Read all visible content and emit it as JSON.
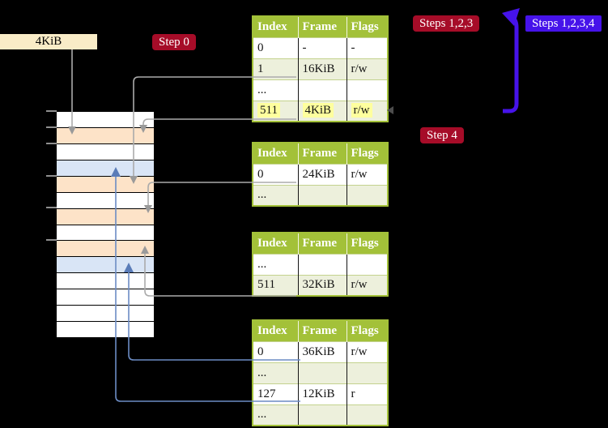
{
  "labels": {
    "page_size": "4KiB",
    "step0": "Step 0",
    "steps123": "Steps 1,2,3",
    "steps1234": "Steps 1,2,3,4",
    "step4": "Step 4"
  },
  "colors": {
    "green": "#a3c139",
    "rowgreen": "#edf0dc",
    "peach": "#fde3c8",
    "cellblue": "#d9e5f6",
    "yellow": "#feff9e",
    "red": "#a60c28",
    "violet": "#4613ea",
    "wheat": "#f9ecc7",
    "gray": "#ababab",
    "bluline": "#6c8cc4"
  },
  "memory_strip": {
    "rows": [
      "white",
      "peach",
      "white",
      "blue",
      "peach",
      "white",
      "peach",
      "white",
      "peach",
      "blue",
      "white",
      "white",
      "white",
      "white"
    ]
  },
  "tables": [
    {
      "headers": [
        "Index",
        "Frame",
        "Flags"
      ],
      "rows": [
        {
          "cells": [
            "0",
            "-",
            "-"
          ]
        },
        {
          "cells": [
            "1",
            "16KiB",
            "r/w"
          ]
        },
        {
          "cells": [
            "...",
            "",
            ""
          ]
        },
        {
          "cells": [
            "511",
            "4KiB",
            "r/w"
          ]
        }
      ]
    },
    {
      "headers": [
        "Index",
        "Frame",
        "Flags"
      ],
      "rows": [
        {
          "cells": [
            "0",
            "24KiB",
            "r/w"
          ]
        },
        {
          "cells": [
            "...",
            "",
            ""
          ]
        }
      ]
    },
    {
      "headers": [
        "Index",
        "Frame",
        "Flags"
      ],
      "rows": [
        {
          "cells": [
            "...",
            "",
            ""
          ]
        },
        {
          "cells": [
            "511",
            "32KiB",
            "r/w"
          ]
        }
      ]
    },
    {
      "headers": [
        "Index",
        "Frame",
        "Flags"
      ],
      "rows": [
        {
          "cells": [
            "0",
            "36KiB",
            "r/w"
          ]
        },
        {
          "cells": [
            "...",
            "",
            ""
          ]
        },
        {
          "cells": [
            "127",
            "12KiB",
            "r"
          ]
        },
        {
          "cells": [
            "...",
            "",
            ""
          ]
        }
      ]
    }
  ]
}
